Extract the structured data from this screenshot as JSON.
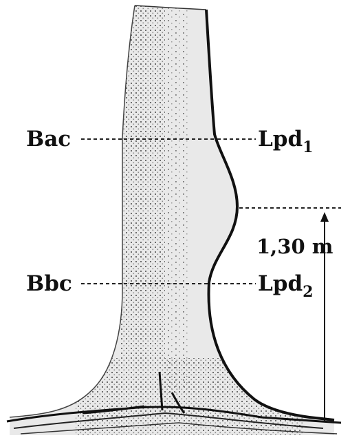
{
  "labels": {
    "above_left": "Bac",
    "above_right": "Lpd",
    "above_right_sub": "1",
    "below_left": "Bbc",
    "below_right": "Lpd",
    "below_right_sub": "2",
    "height": "1,30 m"
  },
  "colors": {
    "trunk_fill": "#e9e9e9",
    "stipple": "#7a7a7a",
    "outline": "#111111",
    "background": "#ffffff"
  }
}
